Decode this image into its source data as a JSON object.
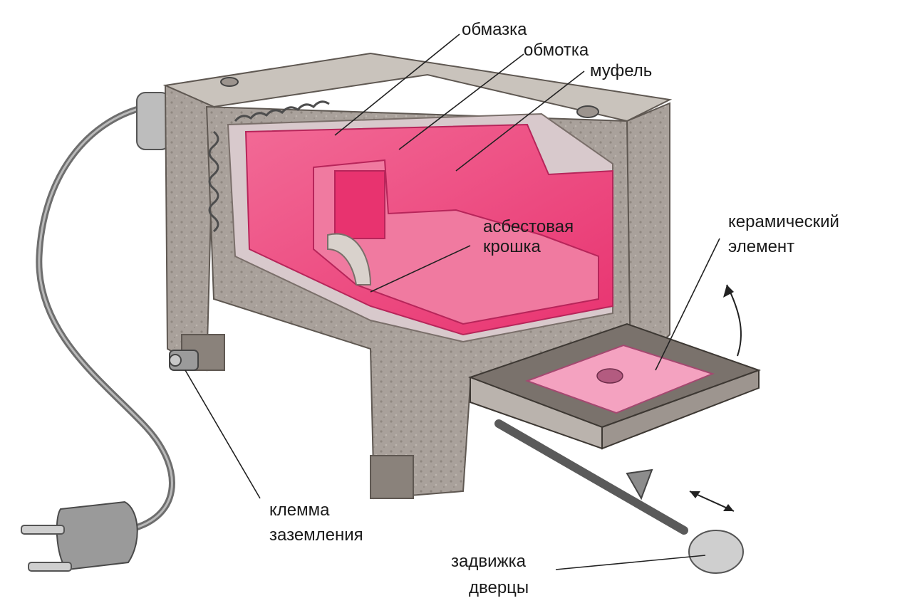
{
  "labels": {
    "coating": "обмазка",
    "winding": "обмотка",
    "muffle": "муфель",
    "asbestos_line1": "асбестовая",
    "asbestos_line2": "крошка",
    "ceramic_line1": "керамический",
    "ceramic_line2": "элемент",
    "ground_line1": "клемма",
    "ground_line2": "заземления",
    "latch_line1": "задвижка",
    "latch_line2": "дверцы"
  },
  "colors": {
    "casing": "#a79f99",
    "casing_dark": "#7e766f",
    "casing_light": "#c9c3bc",
    "hot_chamber": "#f0477a",
    "hot_light": "#f07aa0",
    "door_plate": "#f4a2c0",
    "cable": "#6e6e6e",
    "leader": "#222222"
  }
}
